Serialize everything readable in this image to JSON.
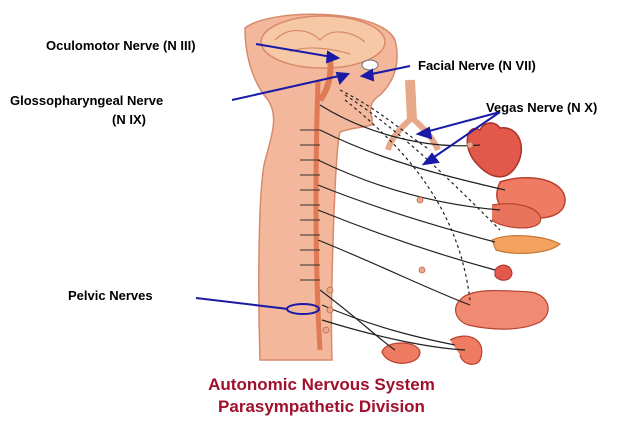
{
  "labels": {
    "oculomotor": "Oculomotor Nerve (N III)",
    "facial": "Facial Nerve (N VII)",
    "glosso_line1": "Glossopharyngeal Nerve",
    "glosso_line2": "(N IX)",
    "vagus": "Vegas Nerve (N X)",
    "pelvic": "Pelvic Nerves"
  },
  "caption": {
    "line1": "Autonomic Nervous System",
    "line2": "Parasympathetic Division"
  },
  "colors": {
    "caption": "#a0102c",
    "pointer": "#1a1aa6",
    "skin": "#f3b79b",
    "skin_dark": "#e07a55",
    "brain": "#f6c8a6",
    "organ": "#e2584a",
    "nerve": "#222222"
  }
}
